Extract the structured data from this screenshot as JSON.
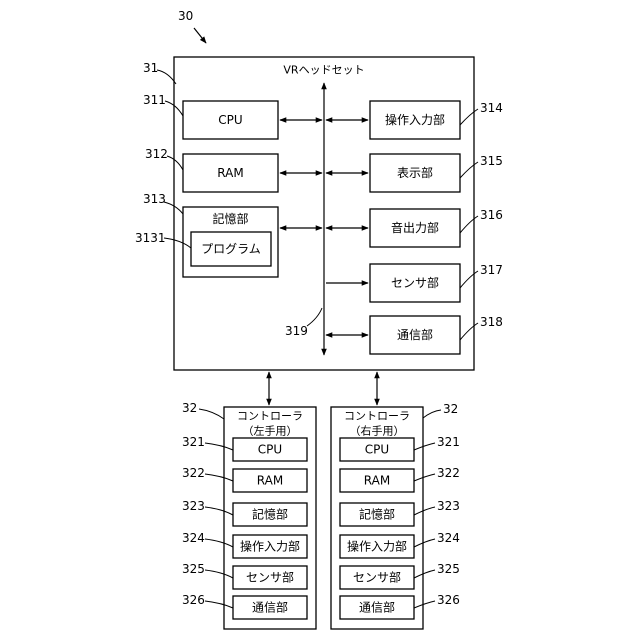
{
  "figure_number": "30",
  "headset": {
    "ref": "31",
    "title": "VRヘッドセット",
    "bus_ref": "319",
    "left_components": [
      {
        "ref": "311",
        "label": "CPU"
      },
      {
        "ref": "312",
        "label": "RAM"
      },
      {
        "ref": "313",
        "label": "記憶部"
      }
    ],
    "program": {
      "ref": "3131",
      "label": "プログラム"
    },
    "right_components": [
      {
        "ref": "314",
        "label": "操作入力部"
      },
      {
        "ref": "315",
        "label": "表示部"
      },
      {
        "ref": "316",
        "label": "音出力部"
      },
      {
        "ref": "317",
        "label": "センサ部"
      },
      {
        "ref": "318",
        "label": "通信部"
      }
    ]
  },
  "controllers": [
    {
      "ref": "32",
      "title_line1": "コントローラ",
      "title_line2": "（左手用）",
      "components": [
        {
          "ref": "321",
          "label": "CPU"
        },
        {
          "ref": "322",
          "label": "RAM"
        },
        {
          "ref": "323",
          "label": "記憶部"
        },
        {
          "ref": "324",
          "label": "操作入力部"
        },
        {
          "ref": "325",
          "label": "センサ部"
        },
        {
          "ref": "326",
          "label": "通信部"
        }
      ]
    },
    {
      "ref": "32",
      "title_line1": "コントローラ",
      "title_line2": "（右手用）",
      "components": [
        {
          "ref": "321",
          "label": "CPU"
        },
        {
          "ref": "322",
          "label": "RAM"
        },
        {
          "ref": "323",
          "label": "記憶部"
        },
        {
          "ref": "324",
          "label": "操作入力部"
        },
        {
          "ref": "325",
          "label": "センサ部"
        },
        {
          "ref": "326",
          "label": "通信部"
        }
      ]
    }
  ]
}
